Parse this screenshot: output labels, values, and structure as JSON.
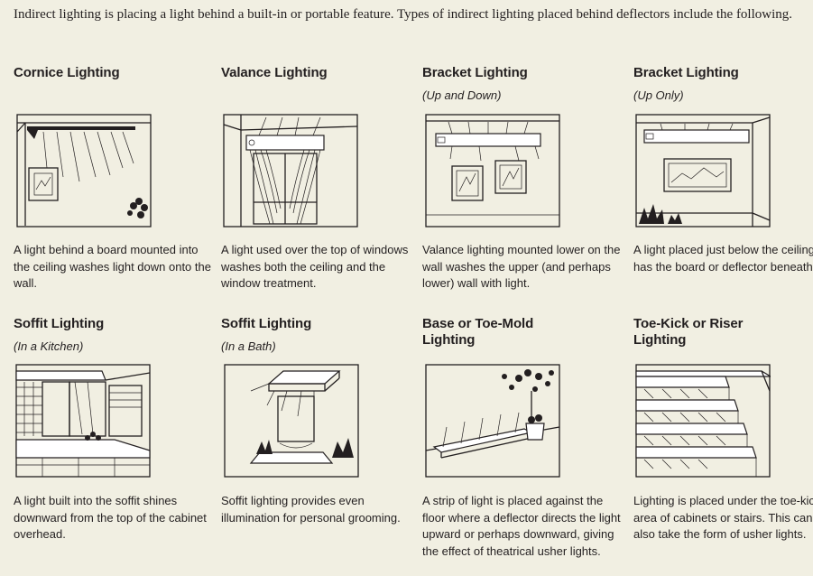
{
  "intro": "Indirect lighting is placing a light behind a built-in or portable feature. Types of indirect lighting placed behind deflectors include the following.",
  "items": [
    {
      "title": "Cornice Lighting",
      "subtitle": "",
      "description": "A light behind a board mounted into the ceiling washes light down onto the wall.",
      "illustration_icon": "cornice-lighting-illustration"
    },
    {
      "title": "Valance Lighting",
      "subtitle": "",
      "description": "A light used over the top of windows washes both the ceiling and the window treatment.",
      "illustration_icon": "valance-lighting-illustration"
    },
    {
      "title": "Bracket Lighting",
      "subtitle": "(Up and Down)",
      "description": "Valance lighting mounted lower on the wall washes the upper (and perhaps lower) wall with light.",
      "illustration_icon": "bracket-up-down-illustration"
    },
    {
      "title": "Bracket Lighting",
      "subtitle": "(Up Only)",
      "description": "A light placed just below the ceiling has the board or deflector beneath it.",
      "illustration_icon": "bracket-up-only-illustration"
    },
    {
      "title": "Soffit Lighting",
      "subtitle": "(In a Kitchen)",
      "description": "A light built into the soffit shines downward from the top of the cabinet overhead.",
      "illustration_icon": "soffit-kitchen-illustration"
    },
    {
      "title": "Soffit Lighting",
      "subtitle": "(In a Bath)",
      "description": "Soffit lighting provides even illumination for personal grooming.",
      "illustration_icon": "soffit-bath-illustration"
    },
    {
      "title": "Base or Toe-Mold\nLighting",
      "subtitle": "",
      "description": "A strip of light is placed against the floor where a deflector directs the light upward or perhaps downward, giving the effect of theatrical usher lights.",
      "illustration_icon": "toe-mold-illustration"
    },
    {
      "title": "Toe-Kick or Riser\nLighting",
      "subtitle": "",
      "description": "Lighting is placed under the toe-kick area of cabinets or stairs. This can also take the form of usher lights.",
      "illustration_icon": "toe-kick-riser-illustration"
    }
  ]
}
